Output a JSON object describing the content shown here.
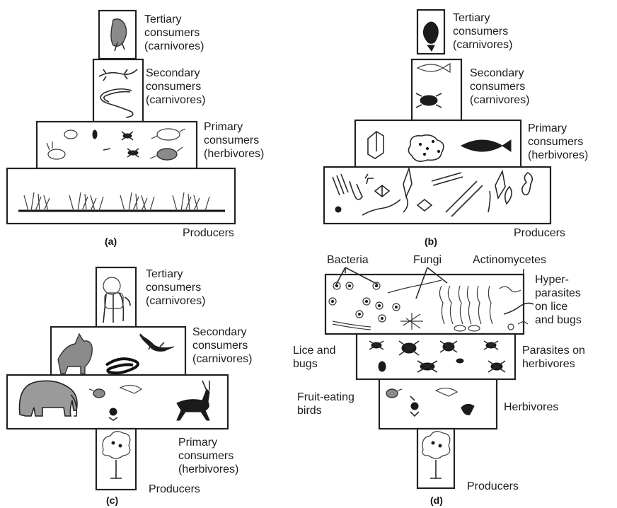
{
  "panels": {
    "a": {
      "caption": "(a)",
      "labels": {
        "tertiary": [
          "Tertiary",
          "consumers",
          "(carnivores)"
        ],
        "secondary": [
          "Secondary",
          "consumers",
          "(carnivores)"
        ],
        "primary": [
          "Primary",
          "consumers",
          "(herbivores)"
        ],
        "producers": [
          "Producers"
        ]
      }
    },
    "b": {
      "caption": "(b)",
      "labels": {
        "tertiary": [
          "Tertiary",
          "consumers",
          "(carnivores)"
        ],
        "secondary": [
          "Secondary",
          "consumers",
          "(carnivores)"
        ],
        "primary": [
          "Primary",
          "consumers",
          "(herbivores)"
        ],
        "producers": [
          "Producers"
        ]
      }
    },
    "c": {
      "caption": "(c)",
      "labels": {
        "tertiary": [
          "Tertiary",
          "consumers",
          "(carnivores)"
        ],
        "secondary": [
          "Secondary",
          "consumers",
          "(carnivores)"
        ],
        "primary": [
          "Primary",
          "consumers",
          "(herbivores)"
        ],
        "producers": [
          "Producers"
        ]
      }
    },
    "d": {
      "caption": "(d)",
      "labels": {
        "bacteria": [
          "Bacteria"
        ],
        "fungi": [
          "Fungi"
        ],
        "actinomycetes": [
          "Actinomycetes"
        ],
        "hyperparasites": [
          "Hyper-",
          "parasites",
          "on lice",
          "and bugs"
        ],
        "lice": [
          "Lice and",
          "bugs"
        ],
        "parasites": [
          "Parasites on",
          "herbivores"
        ],
        "fruitbirds": [
          "Fruit-eating",
          "birds"
        ],
        "herbivores": [
          "Herbivores"
        ],
        "producers": [
          "Producers"
        ]
      }
    }
  },
  "icons": {
    "a": [
      "bird-icon",
      "lizard-icon",
      "snake-icon",
      "rabbit-icon",
      "insect-icon",
      "rat-icon",
      "grass-icon"
    ],
    "b": [
      "fish-icon",
      "beetle-icon",
      "plankton-icon",
      "diatom-icon"
    ],
    "c": [
      "lion-icon",
      "wolf-icon",
      "snake-icon",
      "lizard-icon",
      "elephant-icon",
      "antelope-icon",
      "bird-icon",
      "tree-icon"
    ],
    "d": [
      "bacteria-icon",
      "fungi-icon",
      "actinomycetes-icon",
      "louse-icon",
      "bird-icon",
      "tree-icon"
    ]
  }
}
